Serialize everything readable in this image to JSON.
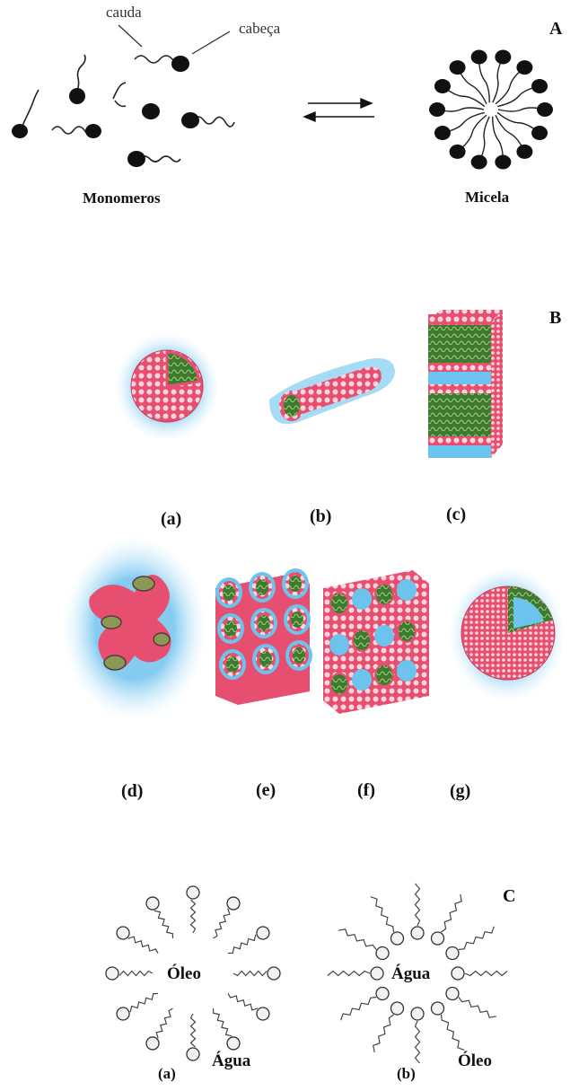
{
  "panel_a": {
    "letter": "A",
    "tail_label": "cauda",
    "head_label": "cabeça",
    "monomers_label": "Monomeros",
    "micelle_label": "Micela"
  },
  "panel_b": {
    "letter": "B",
    "labels": [
      "(a)",
      "(b)",
      "(c)",
      "(d)",
      "(e)",
      "(f)",
      "(g)"
    ]
  },
  "panel_c": {
    "letter": "C",
    "oil_core": "Óleo",
    "water_outside": "Água",
    "water_core": "Água",
    "oil_outside": "Óleo",
    "label_a": "(a)",
    "label_b": "(b)"
  },
  "colors": {
    "ink": "#111111",
    "head_pink": "#e85a78",
    "tail_green": "#4a8a3a",
    "water_blue": "#6cc3ee",
    "halo_blue": "#9fd8f5"
  }
}
